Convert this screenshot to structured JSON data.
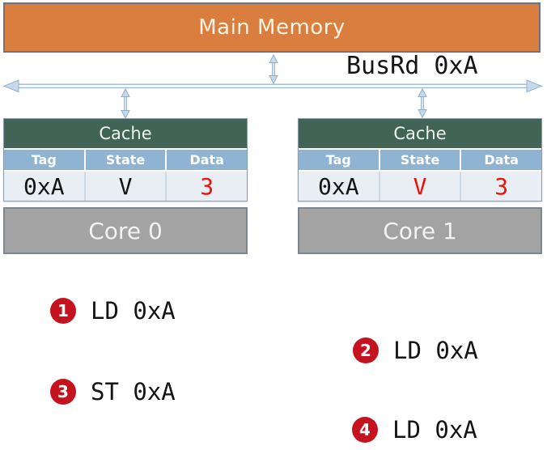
{
  "memory": {
    "label": "Main Memory"
  },
  "bus": {
    "transaction_label": "BusRd 0xA"
  },
  "caches": [
    {
      "title": "Cache",
      "columns": [
        "Tag",
        "State",
        "Data"
      ],
      "row": {
        "tag": "0xA",
        "state": "V",
        "data": "3"
      },
      "state_color": "#141414",
      "data_color": "#ea1309",
      "core_label": "Core 0"
    },
    {
      "title": "Cache",
      "columns": [
        "Tag",
        "State",
        "Data"
      ],
      "row": {
        "tag": "0xA",
        "state": "V",
        "data": "3"
      },
      "state_color": "#ea1309",
      "data_color": "#ea1309",
      "core_label": "Core 1"
    }
  ],
  "steps": [
    {
      "number": "1",
      "operation": "LD 0xA"
    },
    {
      "number": "2",
      "operation": "LD 0xA"
    },
    {
      "number": "3",
      "operation": "ST 0xA"
    },
    {
      "number": "4",
      "operation": "LD 0xA"
    }
  ],
  "colors": {
    "memory_fill": "#d97e3e",
    "cache_header_fill": "#416457",
    "table_header_fill": "#8fb3d3",
    "row_fill": "#e9eef5",
    "core_fill": "#a3a3a3",
    "step_badge_fill": "#c5121f",
    "value_red": "#ea1309",
    "arrow_blue": "#9cb8d2"
  }
}
